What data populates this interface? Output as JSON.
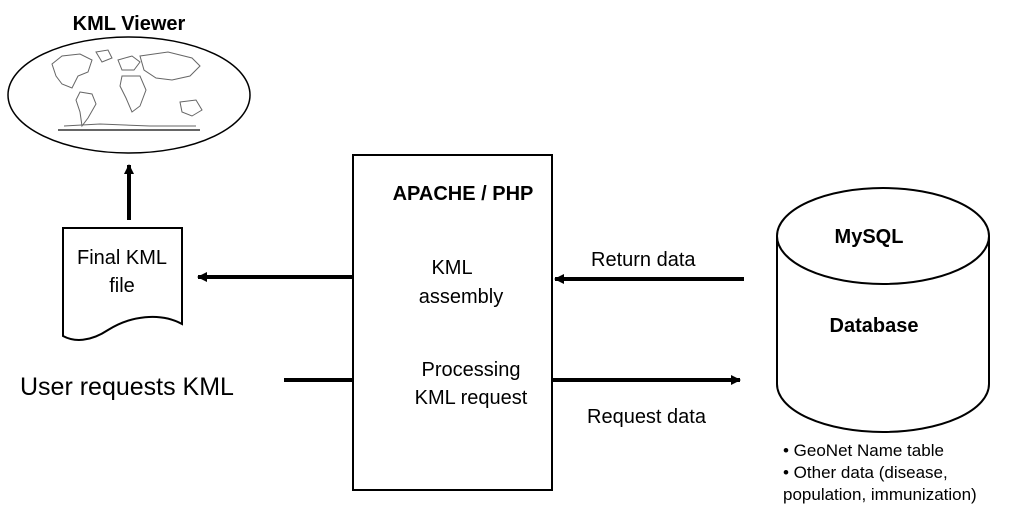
{
  "viewer": {
    "title": "KML Viewer"
  },
  "file": {
    "line1": "Final KML",
    "line2": "file"
  },
  "user": {
    "label": "User requests KML"
  },
  "server": {
    "title": "APACHE / PHP",
    "assembly_line1": "KML",
    "assembly_line2": "assembly",
    "processing_line1": "Processing",
    "processing_line2": "KML request"
  },
  "flows": {
    "return_label": "Return data",
    "request_label": "Request data"
  },
  "database": {
    "title": "MySQL",
    "label": "Database",
    "notes": [
      "• GeoNet Name table",
      "• Other data (disease,",
      "population, immunization)"
    ]
  }
}
